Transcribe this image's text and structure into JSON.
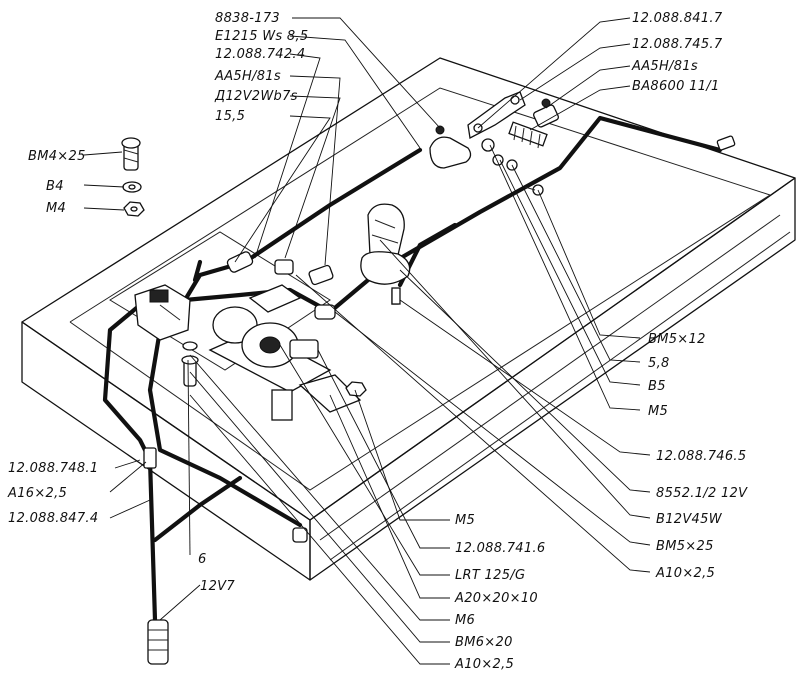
{
  "labels": {
    "l01": "8838-173",
    "l02": "E1215 Ws 8,5",
    "l03": "12.088.742.4",
    "l04": "AA5H/81s",
    "l05": "Д12V2Wb7s",
    "l06": "15,5",
    "l07": "12.088.841.7",
    "l08": "12.088.745.7",
    "l09": "AA5H/81s",
    "l10": "BA8600 11/1",
    "l11": "BM4×25",
    "l12": "B4",
    "l13": "M4",
    "l14": "BM5×12",
    "l15": "5,8",
    "l16": "B5",
    "l17": "M5",
    "l18": "12.088.746.5",
    "l19": "8552.1/2 12V",
    "l20": "B12V45W",
    "l21": "BM5×25",
    "l22": "A10×2,5",
    "l23": "12.088.748.1",
    "l24": "A16×2,5",
    "l25": "12.088.847.4",
    "l26": "6",
    "l27": "12V7",
    "l28": "M5",
    "l29": "12.088.741.6",
    "l30": "LRT 125/G",
    "l31": "A20×20×10",
    "l32": "M6",
    "l33": "BM6×20",
    "l34": "A10×2,5"
  }
}
